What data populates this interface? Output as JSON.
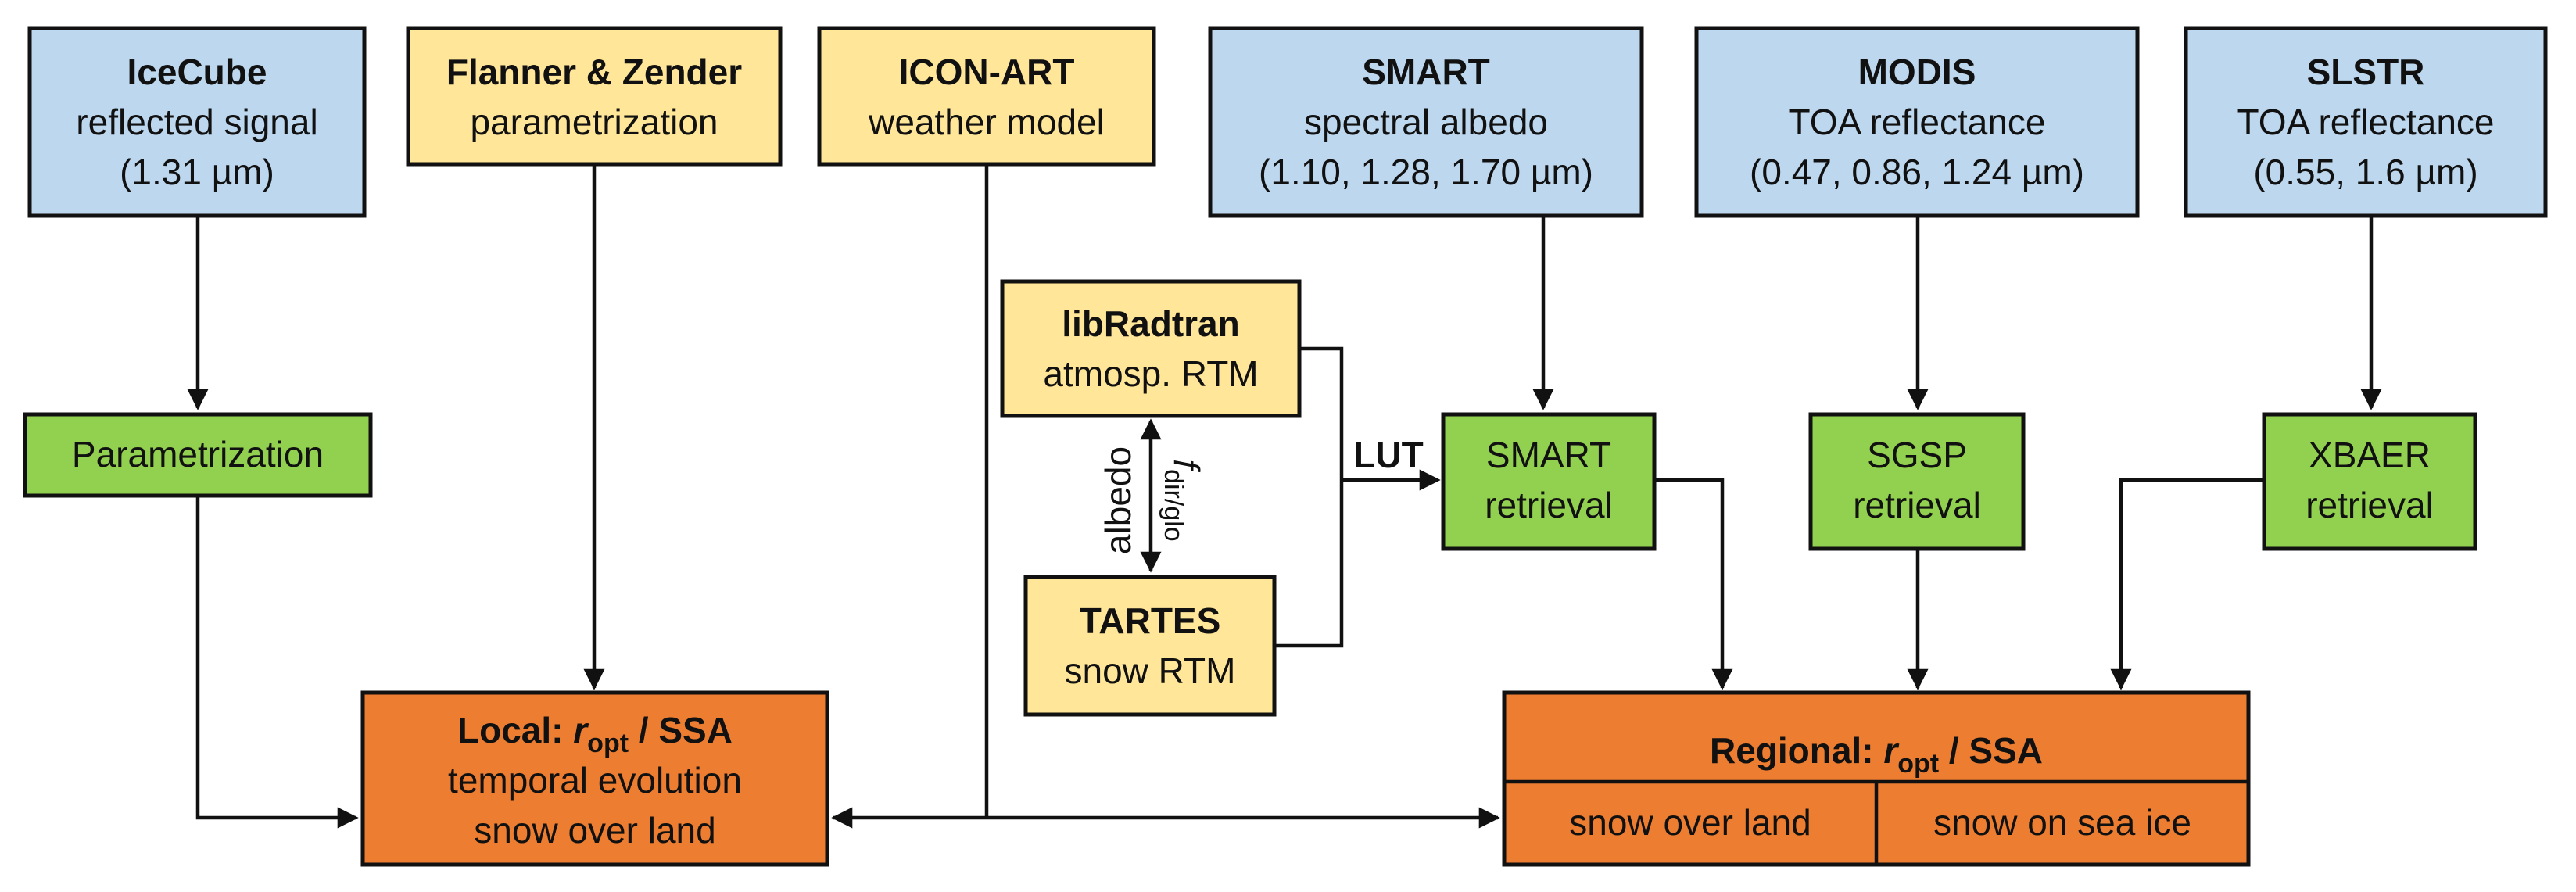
{
  "colors": {
    "input_blue": "#bdd7ee",
    "model_yellow": "#ffe699",
    "retrieval_green": "#92d050",
    "output_orange": "#ed7d31",
    "line": "#111111"
  },
  "boxes": {
    "icecube": {
      "title": "IceCube",
      "line1": "reflected signal",
      "line2": "(1.31 µm)"
    },
    "flanner": {
      "title": "Flanner & Zender",
      "line1": "parametrization"
    },
    "iconart": {
      "title": "ICON-ART",
      "line1": "weather model"
    },
    "smart": {
      "title": "SMART",
      "line1": "spectral albedo",
      "line2": "(1.10, 1.28, 1.70 µm)"
    },
    "modis": {
      "title": "MODIS",
      "line1": "TOA reflectance",
      "line2": "(0.47, 0.86, 1.24 µm)"
    },
    "slstr": {
      "title": "SLSTR",
      "line1": "TOA reflectance",
      "line2": "(0.55, 1.6 µm)"
    },
    "parametrization": {
      "line1": "Parametrization"
    },
    "libradtran": {
      "title": "libRadtran",
      "line1": "atmosp. RTM"
    },
    "tartes": {
      "title": "TARTES",
      "line1": "snow RTM"
    },
    "smart_retrieval": {
      "line1": "SMART",
      "line2": "retrieval"
    },
    "sgsp_retrieval": {
      "line1": "SGSP",
      "line2": "retrieval"
    },
    "xbaer_retrieval": {
      "line1": "XBAER",
      "line2": "retrieval"
    },
    "local": {
      "title_prefix": "Local: ",
      "r_symbol": "r",
      "r_subscript": "opt",
      "title_suffix": " / SSA",
      "line1": "temporal evolution",
      "line2": "snow over land"
    },
    "regional": {
      "title_prefix": "Regional: ",
      "r_symbol": "r",
      "r_subscript": "opt",
      "title_suffix": " / SSA",
      "left_cell": "snow over land",
      "right_cell": "snow on sea ice"
    }
  },
  "labels": {
    "lut": "LUT",
    "albedo": "albedo",
    "f_symbol": "f",
    "f_subscript": "dir/glo"
  }
}
